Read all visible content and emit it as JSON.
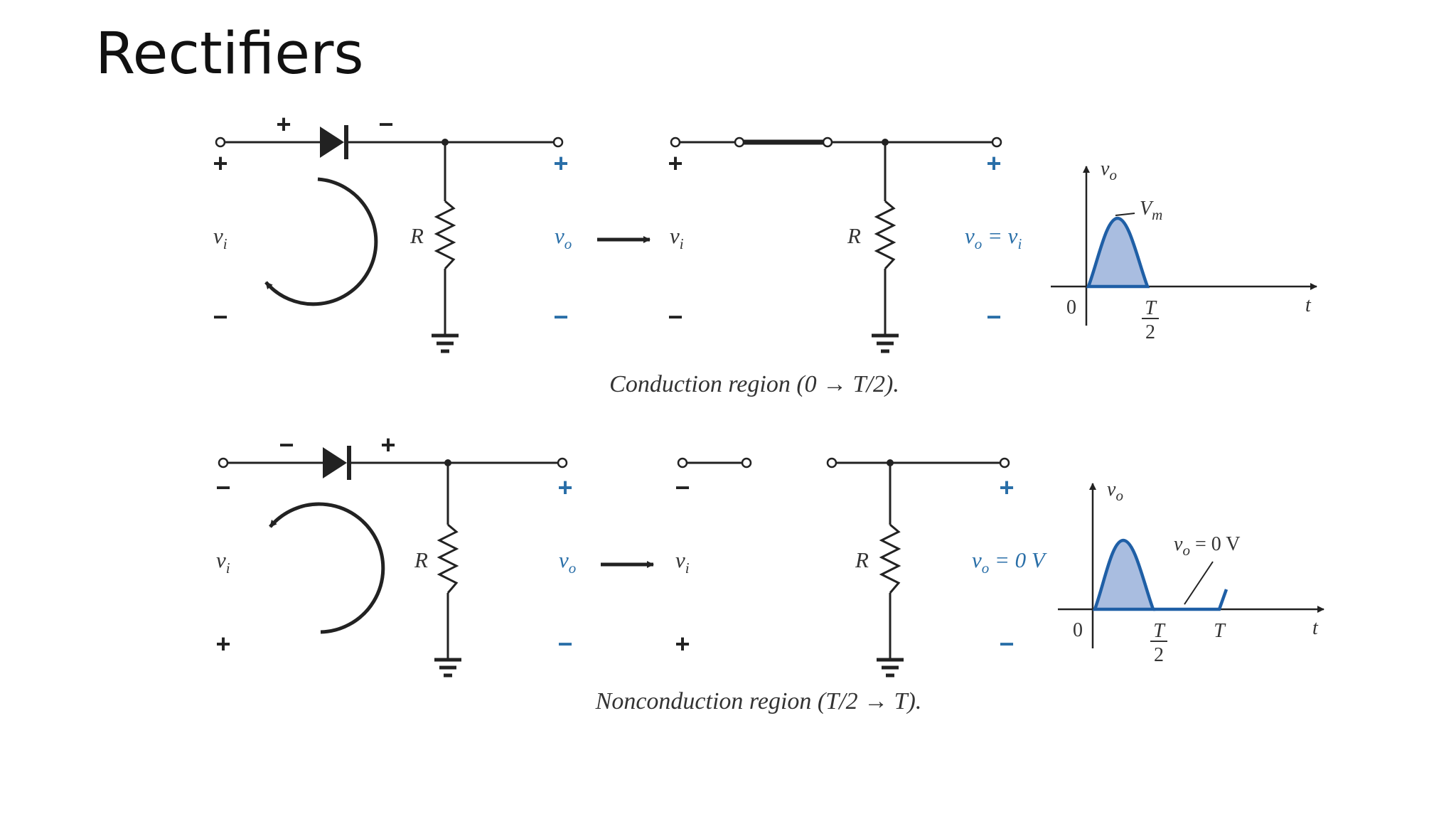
{
  "slide": {
    "title": "Rectifiers"
  },
  "top_row": {
    "caption": "Conduction region (0 → T/2).",
    "diode_polarity": {
      "anode": "+",
      "cathode": "−"
    },
    "source": {
      "top": "+",
      "bottom": "−",
      "label": "v",
      "label_sub": "i"
    },
    "resistor_label": "R",
    "output": {
      "top": "+",
      "bottom": "−",
      "label": "v",
      "label_sub": "o"
    },
    "equiv_source": {
      "top": "+",
      "bottom": "−",
      "label": "v",
      "label_sub": "i"
    },
    "equiv_resistor_label": "R",
    "equiv_output": {
      "top": "+",
      "bottom": "−",
      "eq_v": "v",
      "eq_o": "o",
      "eq_mid": " = v",
      "eq_i": "i"
    },
    "graph": {
      "y_label": "v",
      "y_sub": "o",
      "peak_label": "V",
      "peak_sub": "m",
      "origin": "0",
      "x_label": "t",
      "half_num": "T",
      "half_den": "2"
    }
  },
  "bottom_row": {
    "caption": "Nonconduction region (T/2 → T).",
    "diode_polarity": {
      "anode": "−",
      "cathode": "+"
    },
    "source": {
      "top": "−",
      "bottom": "+",
      "label": "v",
      "label_sub": "i"
    },
    "resistor_label": "R",
    "output": {
      "top": "+",
      "bottom": "−",
      "label": "v",
      "label_sub": "o"
    },
    "equiv_source": {
      "top": "−",
      "bottom": "+",
      "label": "v",
      "label_sub": "i"
    },
    "equiv_resistor_label": "R",
    "equiv_output": {
      "top": "+",
      "bottom": "−",
      "eq_v": "v",
      "eq_o": "o",
      "eq_rest": " = 0 V"
    },
    "graph": {
      "y_label": "v",
      "y_sub": "o",
      "annot_v": "v",
      "annot_o": "o",
      "annot_rest": " = 0 V",
      "origin": "0",
      "x_label": "t",
      "half_num": "T",
      "half_den": "2",
      "full": "T"
    }
  },
  "colors": {
    "wire": "#222222",
    "accent_blue": "#2a6fa8",
    "waveform": "#1f5fa6",
    "waveform_fill": "#a9bde0"
  }
}
